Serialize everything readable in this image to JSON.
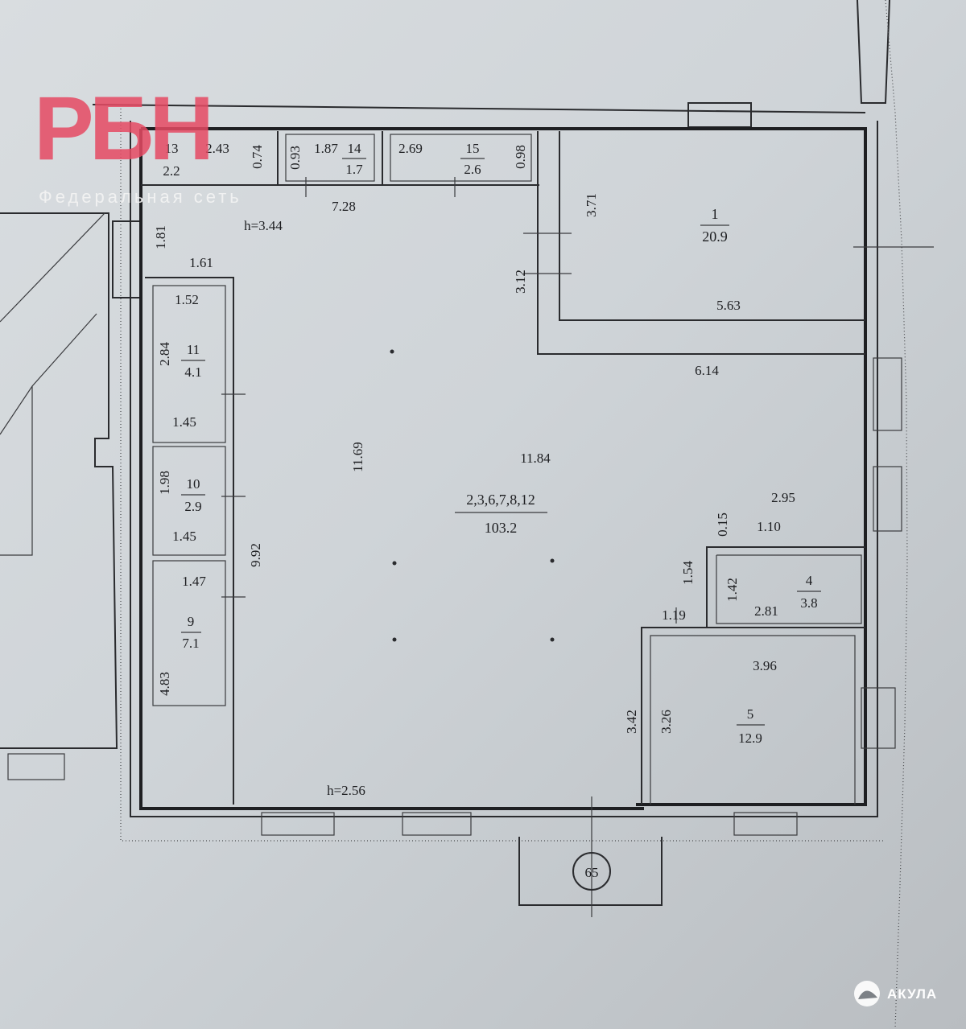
{
  "watermark": {
    "logo": "РБН",
    "subtitle": "Федеральная сеть",
    "corner_brand": "АКУЛА"
  },
  "rooms": [
    {
      "key": "r1",
      "number": "1",
      "area": "20.9"
    },
    {
      "key": "main",
      "number": "2,3,6,7,8,12",
      "area": "103.2"
    },
    {
      "key": "r4",
      "number": "4",
      "area": "3.8"
    },
    {
      "key": "r5",
      "number": "5",
      "area": "12.9"
    },
    {
      "key": "r9",
      "number": "9",
      "area": "7.1"
    },
    {
      "key": "r10",
      "number": "10",
      "area": "2.9"
    },
    {
      "key": "r11",
      "number": "11",
      "area": "4.1"
    },
    {
      "key": "r13",
      "number": "13",
      "area": "2.2"
    },
    {
      "key": "r14",
      "number": "14",
      "area": "1.7"
    },
    {
      "key": "r15",
      "number": "15",
      "area": "2.6"
    }
  ],
  "dimensions": {
    "d_728": "7.28",
    "h_344": "h=3.44",
    "d_181": "1.81",
    "d_161": "1.61",
    "d_243": "2.43",
    "d_074": "0.74",
    "d_093": "0.93",
    "d_187": "1.87",
    "d_269": "2.69",
    "d_098": "0.98",
    "d_371": "3.71",
    "d_312": "3.12",
    "d_563": "5.63",
    "d_614": "6.14",
    "d_152": "1.52",
    "d_284": "2.84",
    "d_145a": "1.45",
    "d_198": "1.98",
    "d_145b": "1.45",
    "d_147": "1.47",
    "d_483": "4.83",
    "d_992": "9.92",
    "d_1169": "11.69",
    "d_1184": "11.84",
    "d_295": "2.95",
    "d_015": "0.15",
    "d_110": "1.10",
    "d_154": "1.54",
    "d_142": "1.42",
    "d_281": "2.81",
    "d_119": "1.19",
    "d_396": "3.96",
    "d_342": "3.42",
    "d_326": "3.26",
    "h_256": "h=2.56",
    "d_65": "65"
  }
}
